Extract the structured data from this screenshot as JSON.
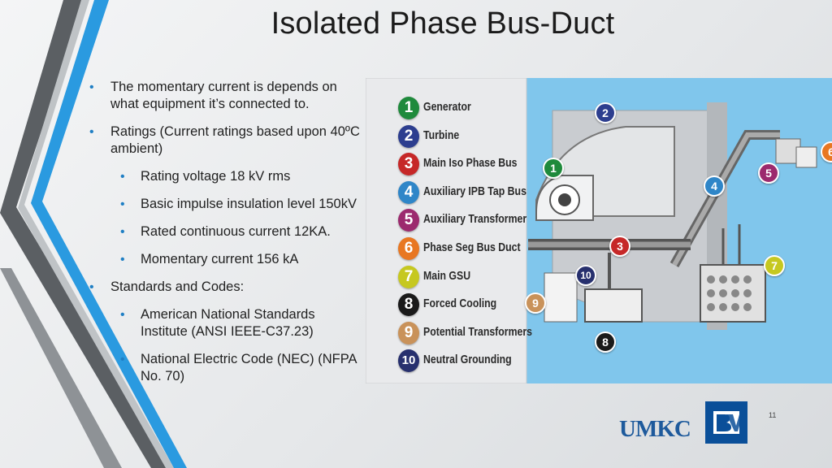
{
  "slide": {
    "title": "Isolated Phase Bus-Duct",
    "page_number": "11"
  },
  "bullets": [
    {
      "level": 1,
      "text": "The momentary current is depends on what  equipment it’s connected to."
    },
    {
      "level": 1,
      "text": "Ratings (Current ratings based upon 40ºC ambient)"
    },
    {
      "level": 2,
      "text": "Rating voltage 18 kV rms"
    },
    {
      "level": 2,
      "text": "Basic impulse insulation level 150kV"
    },
    {
      "level": 2,
      "text": "Rated continuous current 12KA."
    },
    {
      "level": 2,
      "text": "Momentary current 156 kA"
    },
    {
      "level": 1,
      "text": "Standards and Codes:"
    },
    {
      "level": 2,
      "text": "American National Standards Institute (ANSI IEEE-C37.23)"
    },
    {
      "level": 2,
      "text": "National Electric Code (NEC) (NFPA No. 70)"
    }
  ],
  "legend": [
    {
      "num": "1",
      "label": "Generator",
      "color": "#1f8a3c"
    },
    {
      "num": "2",
      "label": "Turbine",
      "color": "#2d3e8f"
    },
    {
      "num": "3",
      "label": "Main Iso Phase Bus",
      "color": "#c62828"
    },
    {
      "num": "4",
      "label": "Auxiliary IPB Tap Bus",
      "color": "#2f86c8"
    },
    {
      "num": "5",
      "label": "Auxiliary Transformer",
      "color": "#9c2a6e"
    },
    {
      "num": "6",
      "label": "Phase Seg Bus Duct",
      "color": "#e87722"
    },
    {
      "num": "7",
      "label": "Main GSU",
      "color": "#c6c820"
    },
    {
      "num": "8",
      "label": "Forced Cooling",
      "color": "#1a1a1a"
    },
    {
      "num": "9",
      "label": "Potential Transformers",
      "color": "#c9925a"
    },
    {
      "num": "10",
      "label": "Neutral Grounding",
      "color": "#27306e"
    }
  ],
  "logos": {
    "umkc": "UMKC",
    "bv_mark": "B&V"
  },
  "colors": {
    "accent": "#1f7fc4",
    "diagram_bg": "#7fc4ea"
  }
}
